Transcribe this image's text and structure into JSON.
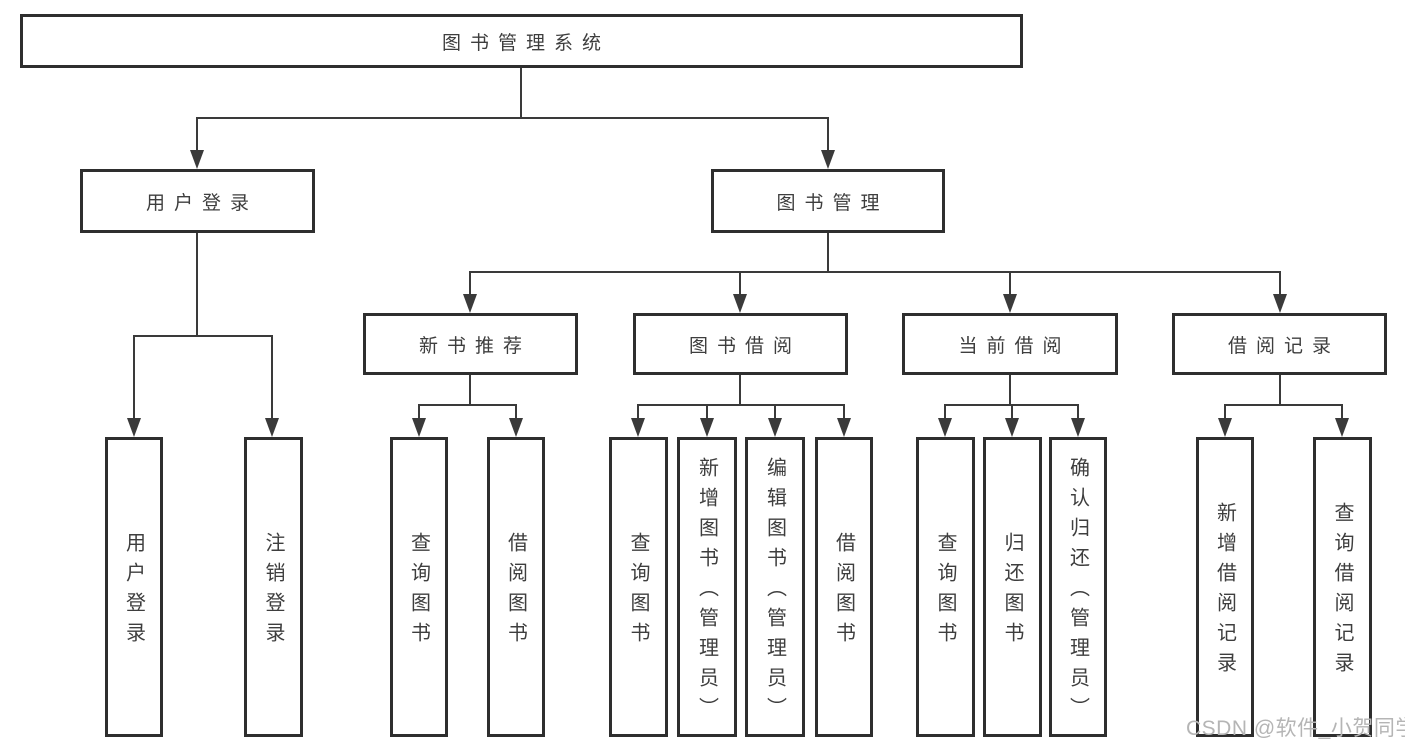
{
  "tree": {
    "root": {
      "label": "图书管理系统",
      "children": [
        {
          "label": "用户登录",
          "children": [
            {
              "label": "用户登录"
            },
            {
              "label": "注销登录"
            }
          ]
        },
        {
          "label": "图书管理",
          "children": [
            {
              "label": "新书推荐",
              "children": [
                {
                  "label": "查询图书"
                },
                {
                  "label": "借阅图书"
                }
              ]
            },
            {
              "label": "图书借阅",
              "children": [
                {
                  "label": "查询图书"
                },
                {
                  "label": "新增图书（管理员）"
                },
                {
                  "label": "编辑图书（管理员）"
                },
                {
                  "label": "借阅图书"
                }
              ]
            },
            {
              "label": "当前借阅",
              "children": [
                {
                  "label": "查询图书"
                },
                {
                  "label": "归还图书"
                },
                {
                  "label": "确认归还（管理员）"
                }
              ]
            },
            {
              "label": "借阅记录",
              "children": [
                {
                  "label": "新增借阅记录"
                },
                {
                  "label": "查询借阅记录"
                }
              ]
            }
          ]
        }
      ]
    }
  },
  "watermark": {
    "text": "CSDN @软件_小贺同学"
  },
  "colors": {
    "line": "#3a3a3a",
    "box_border": "#2e2e2e",
    "text": "#3e3e3e",
    "watermark_text": "#b5b5b5",
    "background": "#ffffff"
  }
}
